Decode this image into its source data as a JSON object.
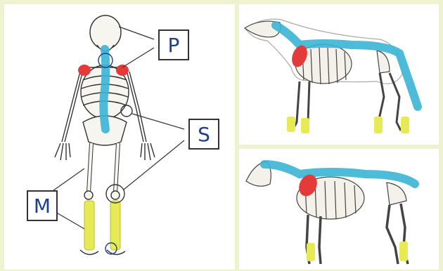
{
  "labels": {
    "p": "P",
    "s": "S",
    "m": "M"
  },
  "colors": {
    "background": "#eef2cf",
    "spine": "#3bb4d4",
    "shoulder": "#e43a3a",
    "lower_limb": "#e6ea55",
    "box_text": "#1d3f8c",
    "bone": "#f4f1ea",
    "outline": "#333333"
  },
  "panels": [
    "human-skeleton",
    "dog-skeleton",
    "horse-skeleton"
  ]
}
